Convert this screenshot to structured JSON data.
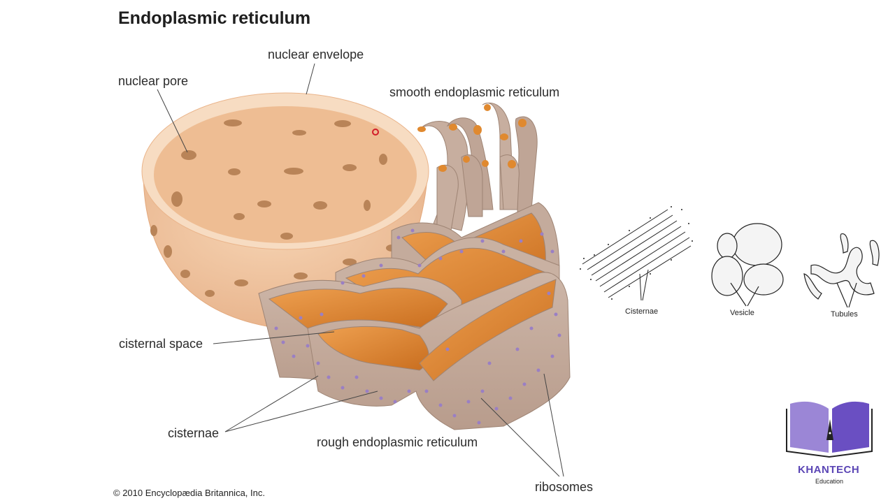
{
  "title": "Endoplasmic reticulum",
  "labels": {
    "nuclear_envelope": "nuclear envelope",
    "nuclear_pore": "nuclear pore",
    "smooth_er": "smooth endoplasmic reticulum",
    "cisternal_space": "cisternal space",
    "cisternae": "cisternae",
    "rough_er": "rough endoplasmic reticulum",
    "ribosomes": "ribosomes"
  },
  "sketch_labels": {
    "cisternae": "Cisternae",
    "vesicle": "Vesicle",
    "tubules": "Tubules"
  },
  "copyright": "© 2010 Encyclopædia Britannica, Inc.",
  "logo": {
    "name": "KHANTECH",
    "sub": "Education"
  },
  "colors": {
    "nucleus": "#f2c8a0",
    "nucleus_rim": "#f8dcc0",
    "er_membrane": "#c9b1a2",
    "er_lumen": "#e0892f",
    "ribosome": "#9a7fc4",
    "logo_purple": "#6a4fc2"
  }
}
